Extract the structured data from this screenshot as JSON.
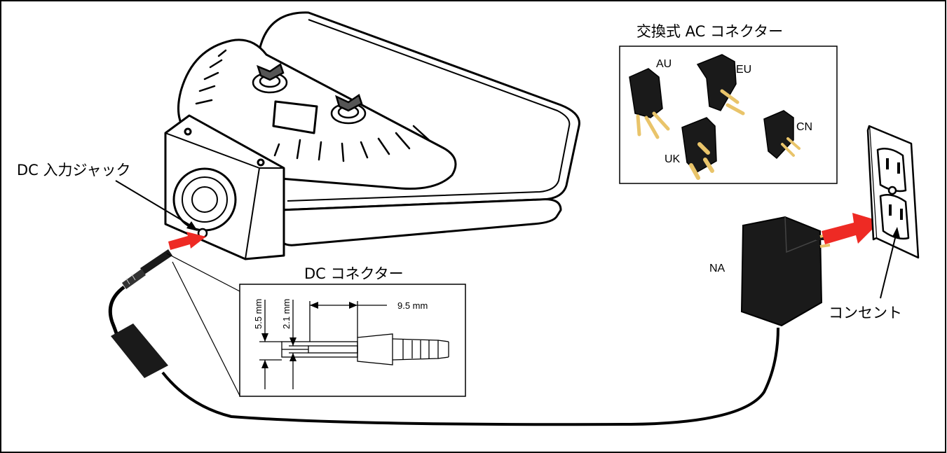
{
  "labels": {
    "dc_input_jack": "DC 入力ジャック",
    "dc_connector": "DC コネクター",
    "ac_connectors_title": "交換式 AC コネクター",
    "outlet": "コンセント",
    "adapter_na": "NA"
  },
  "plugs": [
    "AU",
    "EU",
    "UK",
    "CN"
  ],
  "dimensions": {
    "outer_diameter": "5.5 mm",
    "inner_diameter": "2.1 mm",
    "length": "9.5 mm"
  },
  "colors": {
    "arrow": "#ee2a24",
    "line": "#000000",
    "body": "#ffffff",
    "plug": "#1a1a1a",
    "brass": "#e9c46a"
  }
}
